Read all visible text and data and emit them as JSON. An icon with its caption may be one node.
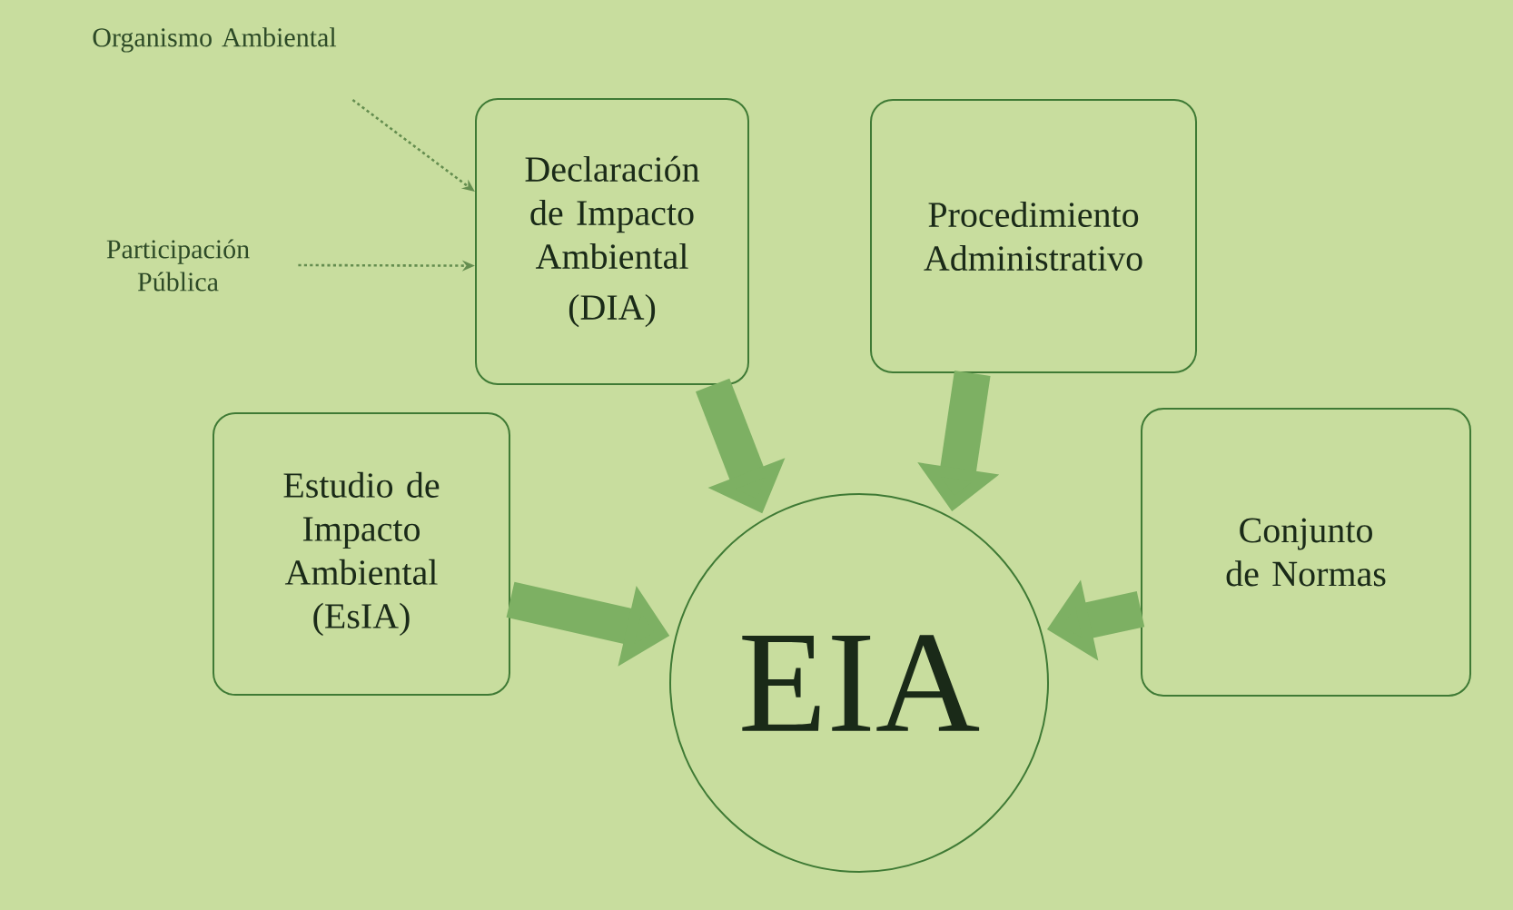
{
  "diagram": {
    "nodes": [
      {
        "text": [
          "Organismo Ambiental"
        ]
      },
      {
        "text": [
          "Participación Pública"
        ]
      },
      {
        "text": [
          "Declaración de Impacto Ambiental",
          "(DIA)"
        ]
      },
      {
        "text": [
          "Procedimiento Administrativo"
        ]
      },
      {
        "text": [
          "Estudio de Impacto Ambiental (EsIA)"
        ]
      },
      {
        "text": [
          "EIA"
        ]
      },
      {
        "text": [
          "Conjunto de Normas"
        ]
      }
    ],
    "edges": [
      {
        "from": 0,
        "to": 2,
        "arrow": "to",
        "style": "dashed"
      },
      {
        "from": 1,
        "to": 2,
        "arrow": "to",
        "style": "dashed"
      },
      {
        "from": 2,
        "to": 5,
        "arrow": "to"
      },
      {
        "from": 3,
        "to": 5,
        "arrow": "to"
      },
      {
        "from": 4,
        "to": 5,
        "arrow": "to"
      },
      {
        "from": 6,
        "to": 5,
        "arrow": "to"
      }
    ]
  }
}
